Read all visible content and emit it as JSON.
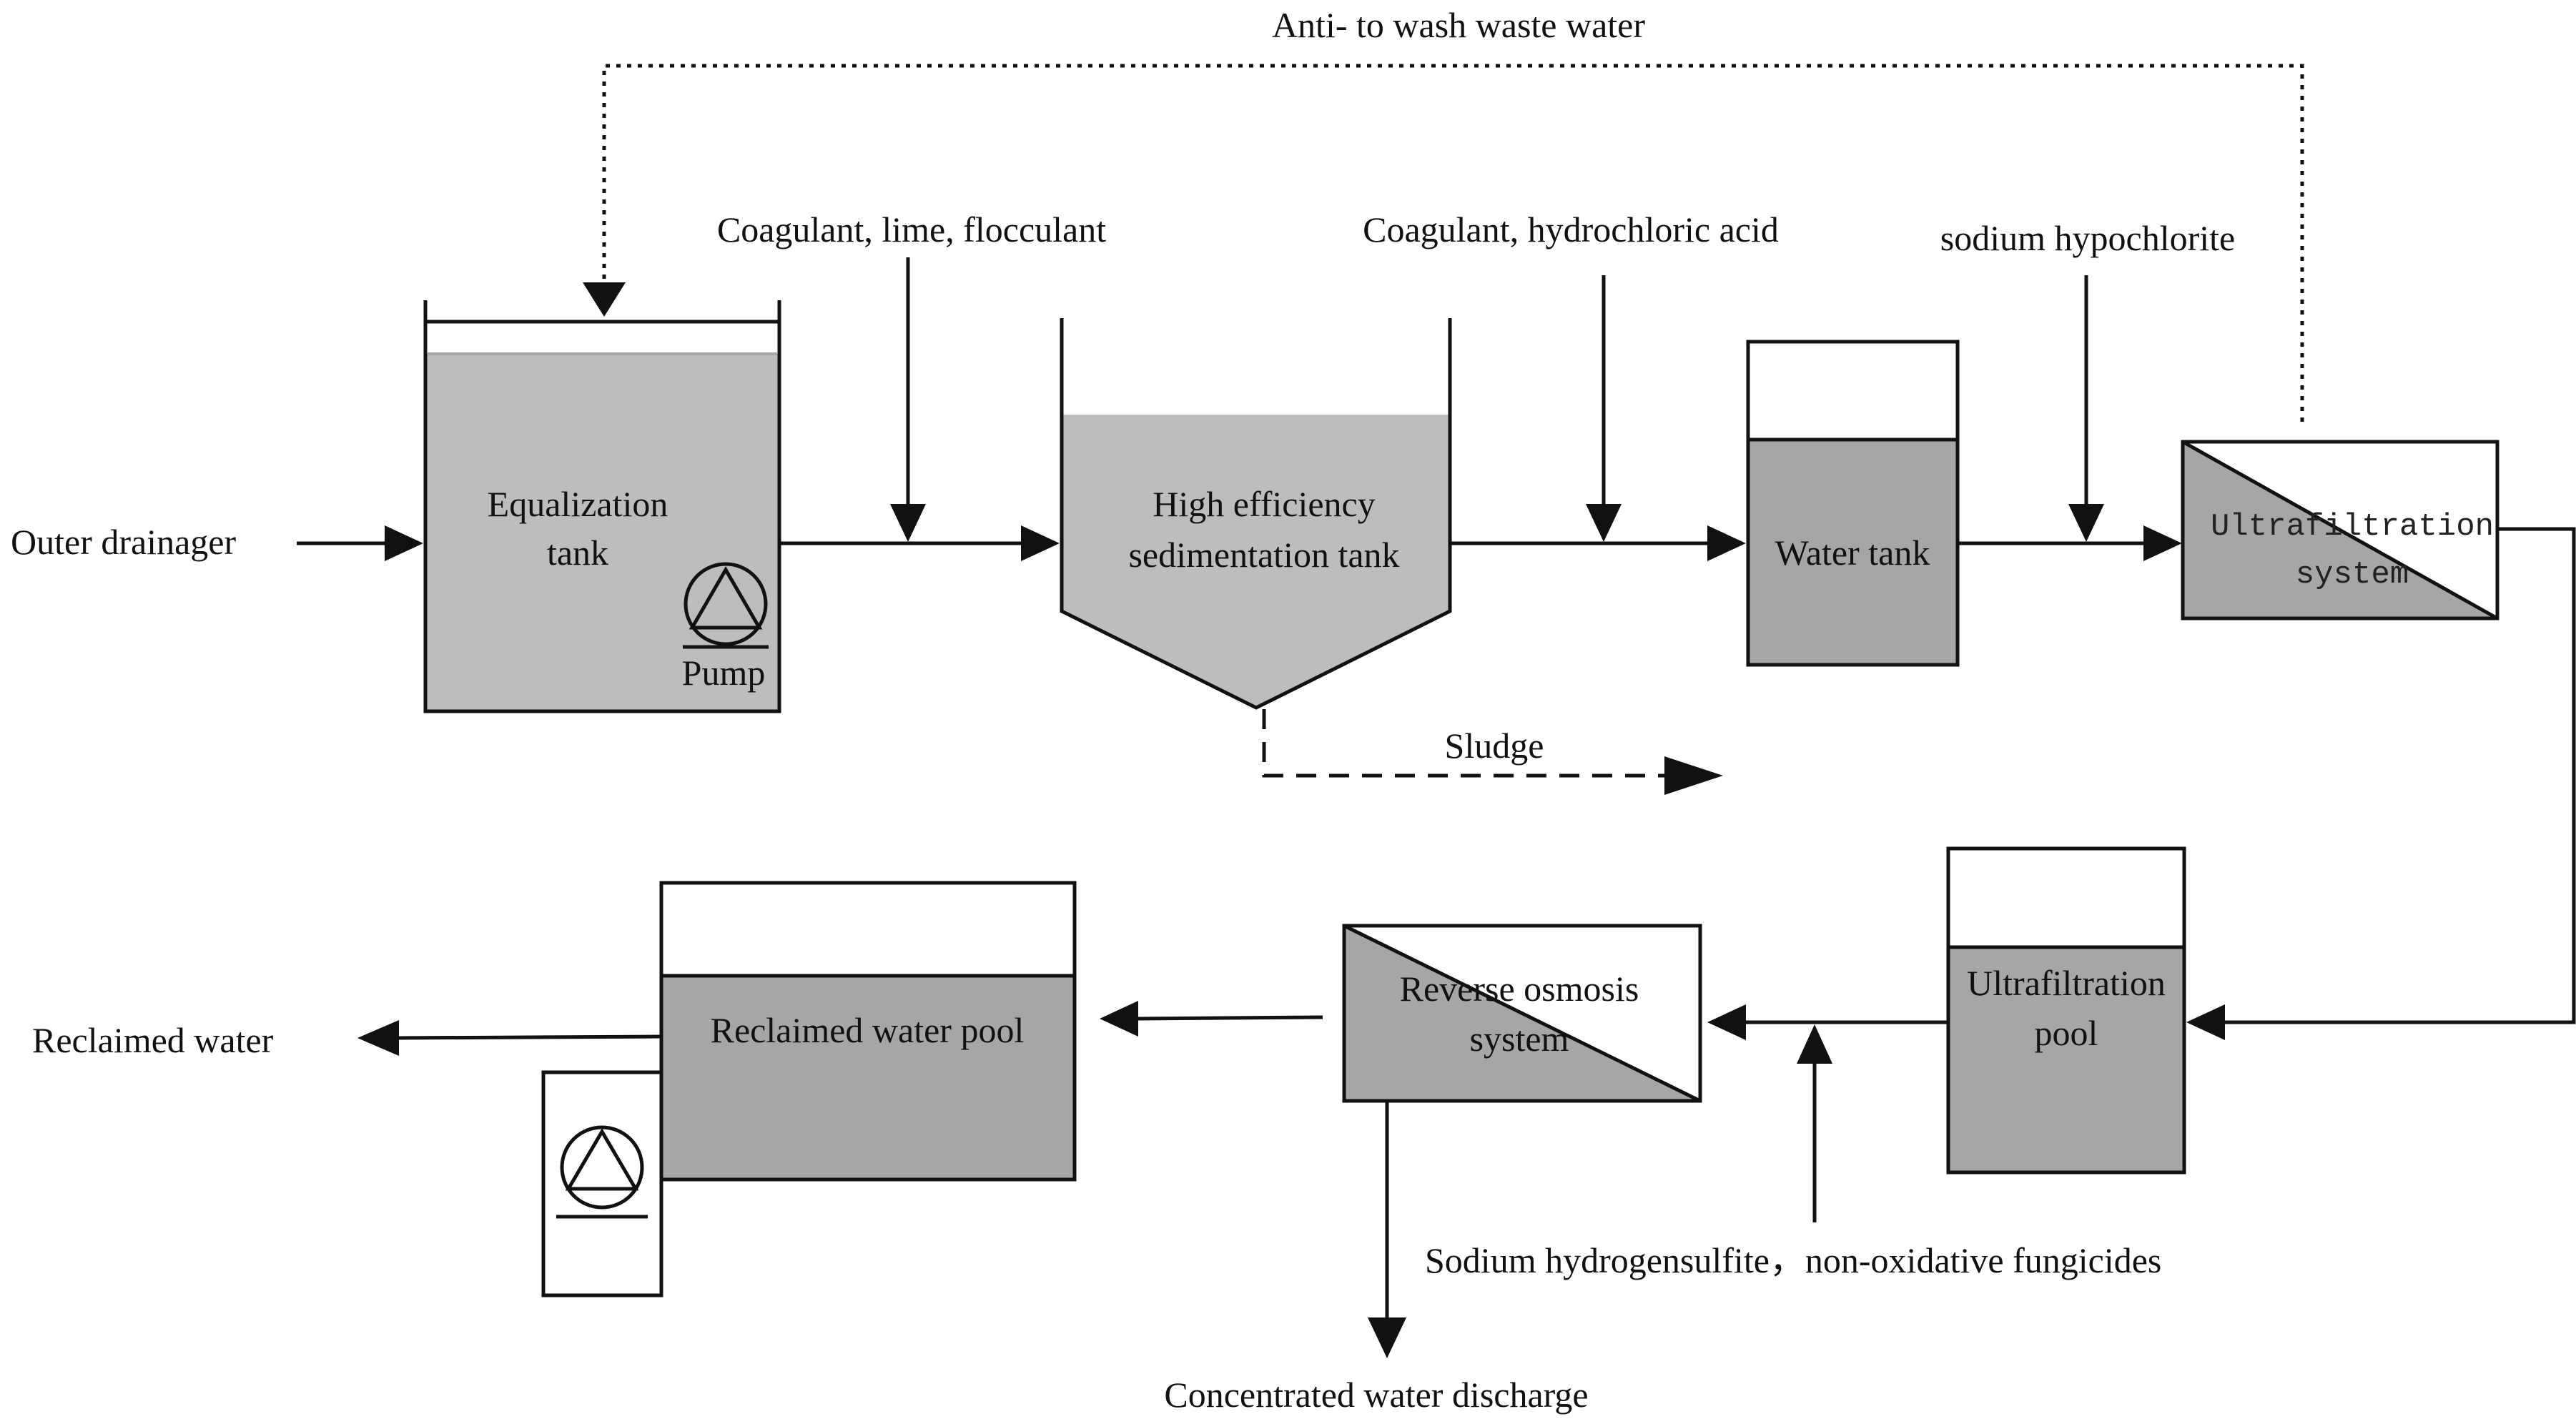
{
  "colors": {
    "light_fill": "#bdbdbd",
    "dark_fill": "#a6a6a6",
    "line": "#111111",
    "background": "#ffffff"
  },
  "labels": {
    "backwash": "Anti- to wash waste water",
    "chem_1": "Coagulant, lime, flocculant",
    "chem_2": "Coagulant, hydrochloric acid",
    "chem_3": "sodium hypochlorite",
    "chem_4": "Sodium hydrogensulfite，non-oxidative fungicides",
    "outer_drainage": "Outer drainager",
    "sludge": "Sludge",
    "reclaimed_water": "Reclaimed water",
    "concentrated_discharge": "Concentrated water discharge"
  },
  "units": {
    "equalization": {
      "line1": "Equalization",
      "line2": "tank",
      "pump": "Pump"
    },
    "sedimentation": {
      "line1": "High efficiency",
      "line2": "sedimentation tank"
    },
    "water_tank": {
      "label": "Water tank"
    },
    "ultrafiltration_system": {
      "line1": "Ultrafiltration",
      "line2": "system"
    },
    "ultrafiltration_pool": {
      "line1": "Ultrafiltration",
      "line2": "pool"
    },
    "reverse_osmosis": {
      "line1": "Reverse osmosis",
      "line2": "system"
    },
    "reclaimed_pool": {
      "label": "Reclaimed water pool"
    }
  },
  "icons": [
    "pump-icon",
    "arrow-head-icon"
  ]
}
